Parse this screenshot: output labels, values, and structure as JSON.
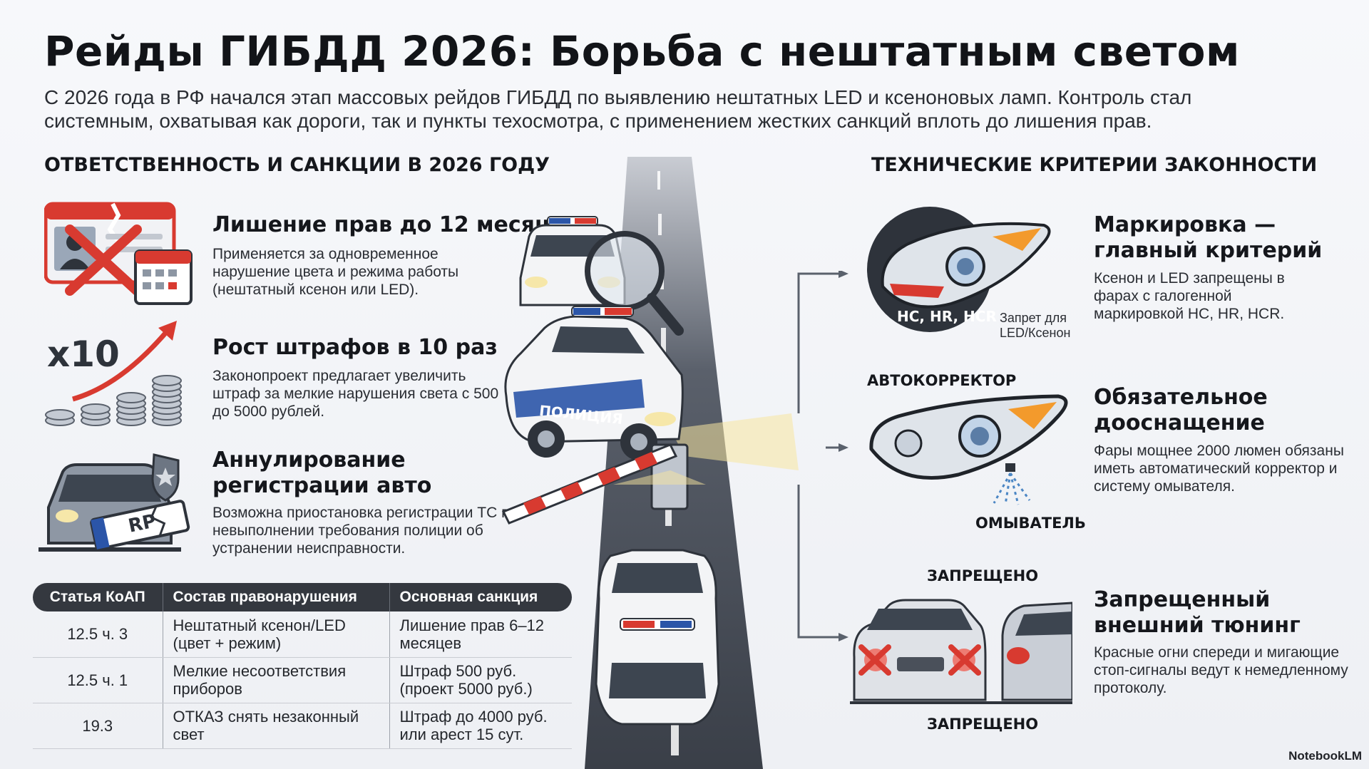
{
  "title": "Рейды ГИБДД 2026: Борьба с нештатным светом",
  "intro": "С 2026 года в РФ начался этап массовых рейдов ГИБДД по выявлению нештатных LED и ксеноновых ламп. Контроль стал системным, охватывая как дороги, так и пункты техосмотра, с применением жестких санкций вплоть до лишения прав.",
  "left": {
    "heading": "ОТВЕТСТВЕННОСТЬ И САНКЦИИ В 2026 ГОДУ",
    "items": [
      {
        "title": "Лишение прав до 12 месяцев",
        "text": "Применяется за одновременное нарушение цвета и режима работы (нештатный ксенон или LED).",
        "icon": "license-revoked-icon"
      },
      {
        "title": "Рост штрафов в 10 раз",
        "text": "Законопроект предлагает увеличить штраф за мелкие нарушения света с 500 до 5000 рублей.",
        "icon": "coins-growth-icon",
        "badge": "x10"
      },
      {
        "title": "Аннулирование регистрации авто",
        "text": "Возможна приостановка регистрации ТС при невыполнении требования полиции об устранении неисправности.",
        "icon": "registration-cancel-icon",
        "plate": "RP"
      }
    ]
  },
  "table": {
    "headers": [
      "Статья КоАП",
      "Состав правонарушения",
      "Основная санкция"
    ],
    "rows": [
      [
        "12.5 ч. 3",
        "Нештатный ксенон/LED (цвет + режим)",
        "Лишение прав 6–12 месяцев"
      ],
      [
        "12.5 ч. 1",
        "Мелкие несоответствия приборов",
        "Штраф 500 руб. (проект 5000 руб.)"
      ],
      [
        "19.3",
        "ОТКАЗ снять незаконный свет",
        "Штраф до 4000 руб. или арест 15 сут."
      ]
    ]
  },
  "center": {
    "police_label": "ПОЛИЦИЯ"
  },
  "right": {
    "heading": "ТЕХНИЧЕСКИЕ КРИТЕРИИ ЗАКОННОСТИ",
    "items": [
      {
        "title": "Маркировка — главный критерий",
        "text": "Ксенон и LED запрещены в фарах с галогенной маркировкой HC, HR, HCR.",
        "icon": "headlight-marking-icon",
        "marking": "HC, HR, HCR",
        "note": "Запрет для LED/Ксенон"
      },
      {
        "title": "Обязательное дооснащение",
        "text": "Фары мощнее 2000 люмен обязаны иметь автоматический корректор и систему омывателя.",
        "icon": "headlight-corrector-icon",
        "label_top": "АВТОКОРРЕКТОР",
        "label_bottom": "ОМЫВАТЕЛЬ"
      },
      {
        "title": "Запрещенный внешний тюнинг",
        "text": "Красные огни спереди и мигающие стоп-сигналы ведут к немедленному протоколу.",
        "icon": "forbidden-tuning-icon",
        "label_top": "ЗАПРЕЩЕНО",
        "label_bottom": "ЗАПРЕЩЕНО"
      }
    ]
  },
  "brand": "NotebookLM",
  "colors": {
    "accent_red": "#d83a30",
    "police_blue": "#2b55a8",
    "road": "#4a505a",
    "dark": "#34383f"
  }
}
